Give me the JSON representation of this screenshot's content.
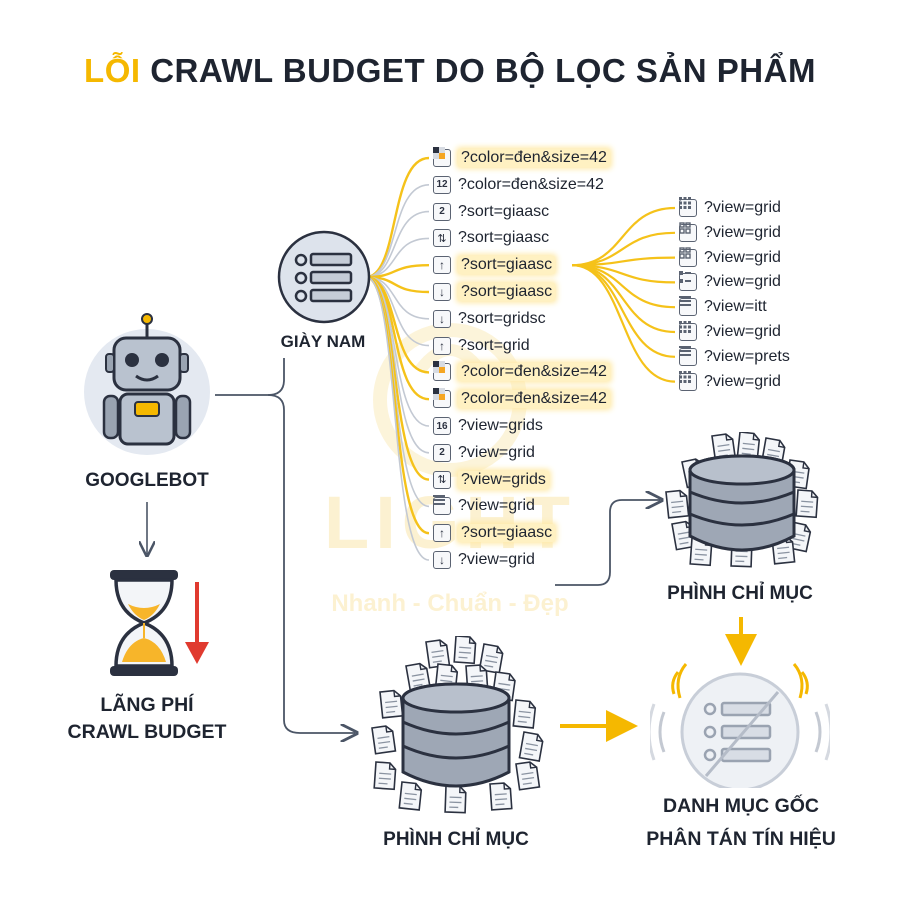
{
  "title": {
    "highlight": "LỖI",
    "rest": " CRAWL BUDGET DO BỘ LỌC SẢN PHẨM"
  },
  "nodes": {
    "googlebot": "GOOGLEBOT",
    "category": "GIÀY NAM",
    "waste_line1": "LÃNG PHÍ",
    "waste_line2": "CRAWL BUDGET",
    "index_bloat_right": "PHÌNH CHỈ MỤC",
    "index_bloat_bottom": "PHÌNH CHỈ MỤC",
    "root_line1": "DANH MỤC GỐC",
    "root_line2": "PHÂN TÁN TÍN HIỆU"
  },
  "watermark": {
    "brand": "LIGHT",
    "tagline": "Nhanh - Chuẩn - Đẹp"
  },
  "params": [
    {
      "text": "?color=đen&size=42",
      "icon": "swatch",
      "highlight": true
    },
    {
      "text": "?color=đen&size=42",
      "icon": "12",
      "highlight": false
    },
    {
      "text": "?sort=giaasc",
      "icon": "2",
      "highlight": false
    },
    {
      "text": "?sort=giaasc",
      "icon": "updown",
      "highlight": false
    },
    {
      "text": "?sort=giaasc",
      "icon": "up",
      "highlight": true
    },
    {
      "text": "?sort=giaasc",
      "icon": "down",
      "highlight": true
    },
    {
      "text": "?sort=gridsc",
      "icon": "down",
      "highlight": false
    },
    {
      "text": "?sort=grid",
      "icon": "up",
      "highlight": false
    },
    {
      "text": "?color=đen&size=42",
      "icon": "swatch",
      "highlight": true
    },
    {
      "text": "?color=đen&size=42",
      "icon": "swatch",
      "highlight": true
    },
    {
      "text": "?view=grids",
      "icon": "16",
      "highlight": false
    },
    {
      "text": "?view=grid",
      "icon": "2",
      "highlight": false
    },
    {
      "text": "?view=grids",
      "icon": "updown",
      "highlight": true
    },
    {
      "text": "?view=grid",
      "icon": "list",
      "highlight": false
    },
    {
      "text": "?sort=giaasc",
      "icon": "up",
      "highlight": true
    },
    {
      "text": "?view=grid",
      "icon": "down",
      "highlight": false
    }
  ],
  "view_params": [
    {
      "text": "?view=grid",
      "icon": "grid"
    },
    {
      "text": "?view=grid",
      "icon": "grid4"
    },
    {
      "text": "?view=grid",
      "icon": "grid4"
    },
    {
      "text": "?view=grid",
      "icon": "gridlist"
    },
    {
      "text": "?view=itt",
      "icon": "list"
    },
    {
      "text": "?view=grid",
      "icon": "grid"
    },
    {
      "text": "?view=prets",
      "icon": "list"
    },
    {
      "text": "?view=grid",
      "icon": "grid"
    }
  ],
  "colors": {
    "accent": "#f5b800",
    "dark": "#1e2430",
    "line": "#b9c0cc",
    "arrow": "#4b5566",
    "red": "#e03a2f",
    "sand": "#f7b52a"
  }
}
